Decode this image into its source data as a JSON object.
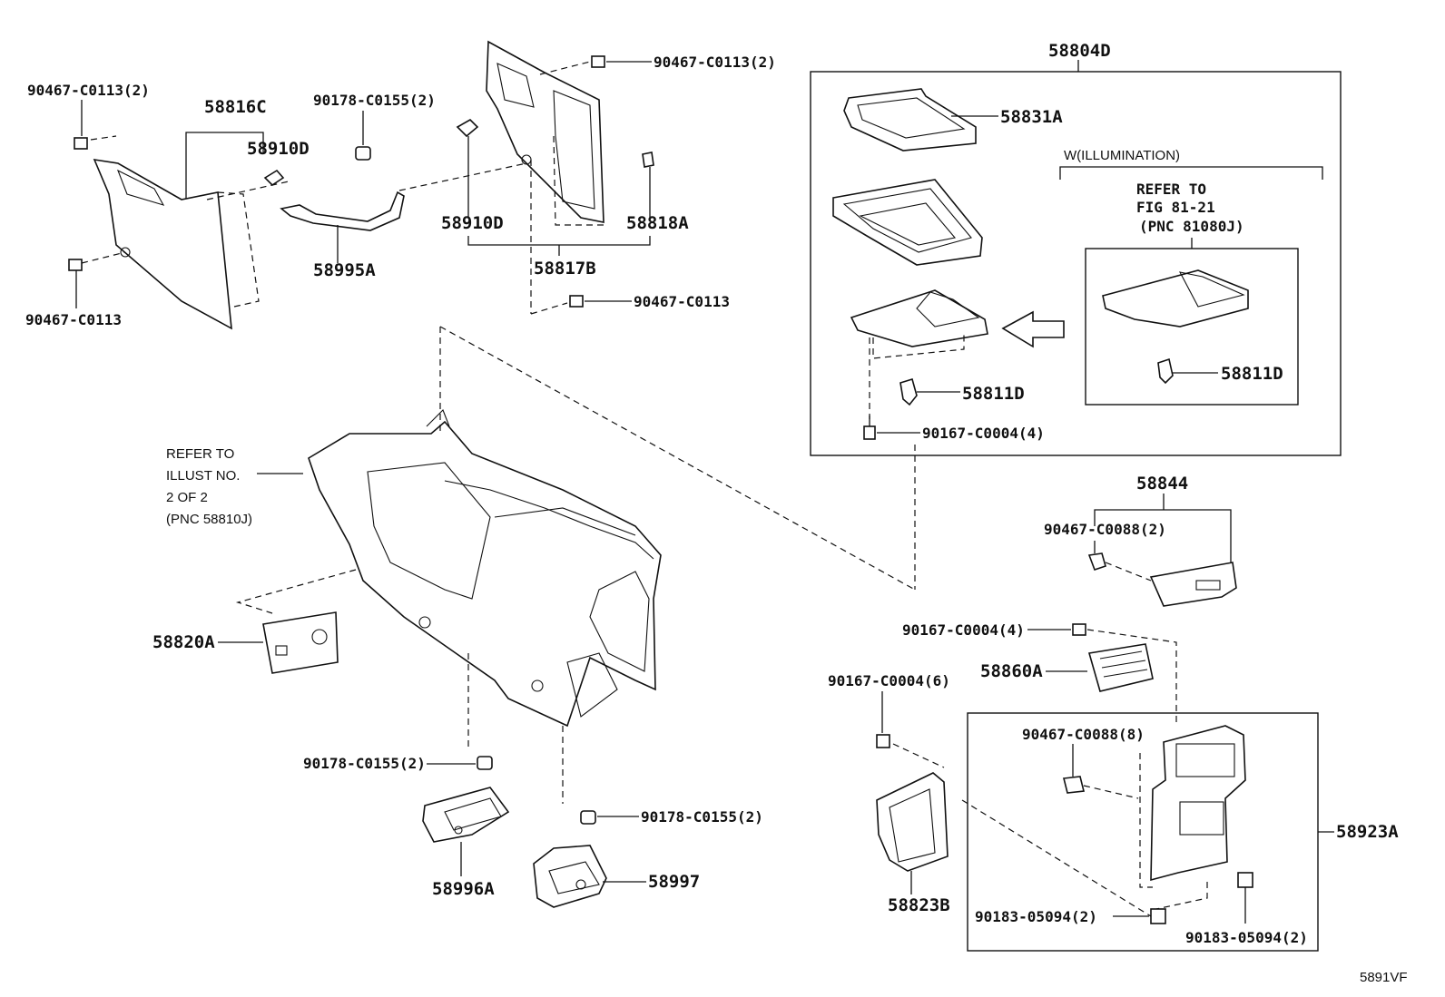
{
  "labels": {
    "p58804D": "58804D",
    "p58831A": "58831A",
    "illum_note": "W(ILLUMINATION)",
    "refer_fig_1": "REFER TO",
    "refer_fig_2": "FIG 81-21",
    "refer_fig_3": "(PNC 81080J)",
    "p58811D_a": "58811D",
    "p58811D_b": "58811D",
    "p90167_C0004_4a": "90167-C0004(4)",
    "p90467_C0113_2a": "90467-C0113(2)",
    "p58816C": "58816C",
    "p90178_C0155_2a": "90178-C0155(2)",
    "p58910D_a": "58910D",
    "p90467_C0113_2b": "90467-C0113(2)",
    "p58910D_b": "58910D",
    "p58818A": "58818A",
    "p58817B": "58817B",
    "p58995A": "58995A",
    "p90467_C0113_a": "90467-C0113",
    "p90467_C0113_b": "90467-C0113",
    "refer_illust_1": "REFER TO",
    "refer_illust_2": "ILLUST NO.",
    "refer_illust_3": "2 OF 2",
    "refer_illust_4": "(PNC 58810J)",
    "p58844": "58844",
    "p90467_C0088_2": "90467-C0088(2)",
    "p90167_C0004_4b": "90167-C0004(4)",
    "p58860A": "58860A",
    "p58820A": "58820A",
    "p90167_C0004_6": "90167-C0004(6)",
    "p90467_C0088_8": "90467-C0088(8)",
    "p58923A": "58923A",
    "p90178_C0155_2b": "90178-C0155(2)",
    "p90178_C0155_2c": "90178-C0155(2)",
    "p58996A": "58996A",
    "p58997": "58997",
    "p58823B": "58823B",
    "p90183_05094_2a": "90183-05094(2)",
    "p90183_05094_2b": "90183-05094(2)",
    "figure_code": "5891VF"
  }
}
